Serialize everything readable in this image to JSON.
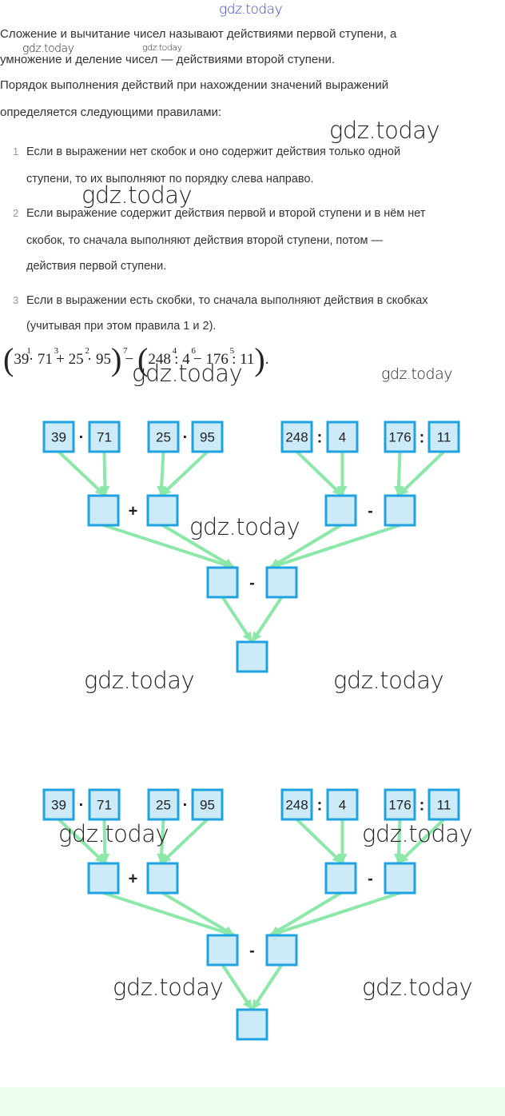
{
  "watermark": "gdz.today",
  "intro": [
    "Сложение и вычитание чисел называют действиями первой ступени, а",
    "умножение и деление чисел — действиями второй ступени.",
    "Порядок выполнения действий при нахождении значений выражений",
    "определяется следующими правилами:"
  ],
  "rules": [
    {
      "num": "1",
      "lines": [
        "Если в выражении нет скобок и оно содержит действия только одной",
        "ступени, то их выполняют по порядку слева направо."
      ]
    },
    {
      "num": "2",
      "lines": [
        "Если выражение содержит действия первой и второй ступени и в нём нет",
        "скобок, то сначала выполняют действия второй ступени, потом —",
        "действия первой ступени."
      ]
    },
    {
      "num": "3",
      "lines": [
        "Если в выражении есть скобки, то сначала выполняют действия в скобках",
        "(учитывая при этом правила 1 и 2)."
      ]
    }
  ],
  "expression": {
    "a": "39",
    "o1": "·",
    "s1": "1",
    "b": "71",
    "o2": "+",
    "s2": "3",
    "c": "25",
    "o3": "·",
    "s3": "2",
    "d": "95",
    "o4": "−",
    "s4": "7",
    "e": "248",
    "o5": ":",
    "s5": "4",
    "f": "4",
    "o6": "−",
    "s6": "6",
    "g": "176",
    "o7": ":",
    "s7": "5",
    "h": "11",
    "end": "."
  },
  "diagram": {
    "numbers": [
      "39",
      "71",
      "25",
      "95",
      "248",
      "4",
      "176",
      "11"
    ],
    "ops_top": [
      "·",
      "·",
      ":",
      ":"
    ],
    "ops_mid": [
      "+",
      "-"
    ],
    "op_low": "-"
  },
  "colors": {
    "box_fill": "#cdeaf8",
    "box_stroke": "#1fa3e0",
    "arrow": "#8be8a8",
    "footer": "#ebfdef"
  }
}
